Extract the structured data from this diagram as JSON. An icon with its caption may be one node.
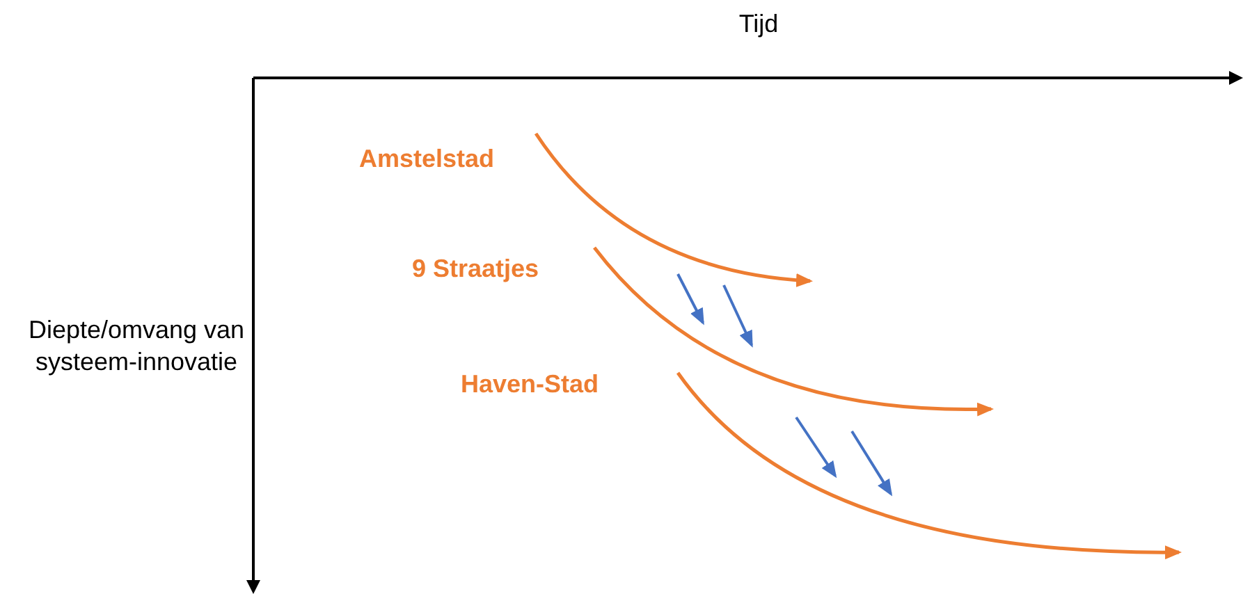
{
  "diagram": {
    "labels": [
      "Tijd",
      "Diepte/omvang van systeem-innovatie",
      "Amstelstad",
      "9 Straatjes",
      "Haven-Stad"
    ]
  }
}
